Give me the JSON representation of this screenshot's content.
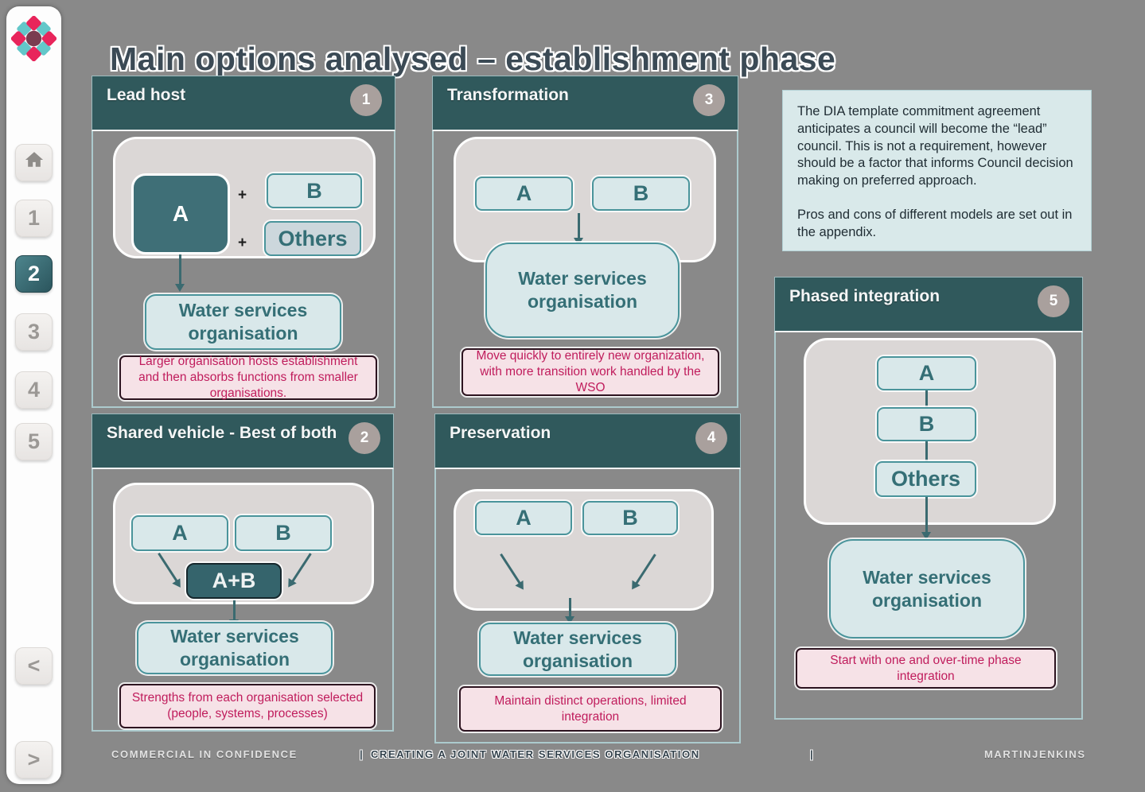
{
  "app": {
    "title": "Main options analysed – establishment phase"
  },
  "sidebar": {
    "nav": {
      "home_icon": "home-icon",
      "pages": [
        "1",
        "2",
        "3",
        "4",
        "5"
      ],
      "active_page": "2",
      "prev": "<",
      "next": ">"
    }
  },
  "info_box": {
    "paragraph1": "The DIA template commitment agreement anticipates a council will become the “lead” council. This is not a requirement, however should be a factor that informs Council decision making on preferred approach.",
    "paragraph2": "Pros and cons of different models are set out in the appendix."
  },
  "panels": {
    "lead_host": {
      "title": "Lead host",
      "badge": "1",
      "node_a": "A",
      "plus": "+",
      "node_b": "B",
      "node_others": "Others",
      "wso": "Water services organisation",
      "note": "Larger organisation hosts establishment and then absorbs functions from smaller organisations."
    },
    "shared_vehicle": {
      "title": "Shared vehicle - Best of both",
      "badge": "2",
      "node_a": "A",
      "node_b": "B",
      "node_ab": "A+B",
      "wso": "Water services organisation",
      "note": "Strengths from each organisation selected (people, systems, processes)"
    },
    "transformation": {
      "title": "Transformation",
      "badge": "3",
      "node_a": "A",
      "node_b": "B",
      "wso": "Water services organisation",
      "note": "Move quickly to entirely new organization, with more transition work handled by the WSO"
    },
    "preservation": {
      "title": "Preservation",
      "badge": "4",
      "node_a": "A",
      "node_b": "B",
      "wso": "Water services organisation",
      "note": "Maintain distinct operations, limited integration"
    },
    "phased_integration": {
      "title": "Phased integration",
      "badge": "5",
      "node_a": "A",
      "node_b": "B",
      "node_others": "Others",
      "wso": "Water services organisation",
      "note": "Start with one and over-time phase integration"
    }
  },
  "footer": {
    "left": "COMMERCIAL IN CONFIDENCE",
    "separator": "|",
    "center": "CREATING A JOINT WATER SERVICES ORGANISATION",
    "right": "MARTINJENKINS"
  },
  "colors": {
    "background": "#898989",
    "header_teal": "#30595c",
    "node_fill": "#d9e8ea",
    "node_border": "#4a949b",
    "node_text": "#356f76",
    "container_fill": "#dbd7d6",
    "dark_node_fill": "#3f6f77",
    "pink_fill": "#f6e2e7",
    "pink_border": "#2d1420",
    "pink_text": "#c01c5c",
    "badge_fill": "#a9a09d",
    "title_text": "#3b4a55"
  }
}
